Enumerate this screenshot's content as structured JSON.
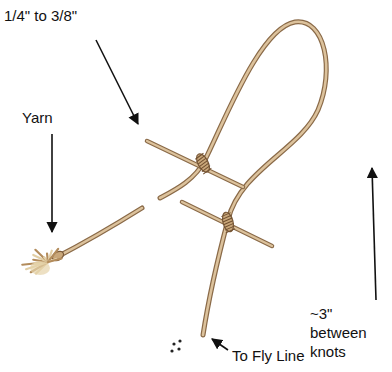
{
  "diagram": {
    "labels": [
      "1/4\" to 3/8\"",
      "Yarn",
      "~3\" between knots",
      "To Fly Line"
    ]
  }
}
